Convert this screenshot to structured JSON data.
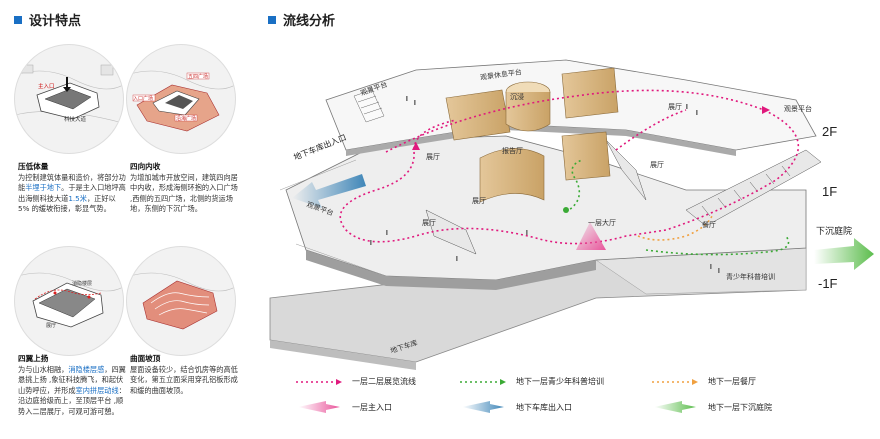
{
  "left_title": "设计特点",
  "right_title": "流线分析",
  "features": [
    {
      "title": "压低体量",
      "pre": "为控制建筑体量和造价，将部分功能",
      "hl": "半埋于地下",
      "post": "。于是主入口地坪高出海侧科技大道",
      "hl2": "1.5米",
      "post2": "，正好以 5% 的缓坡衔接，彰显气势。"
    },
    {
      "title": "四向内收",
      "text": "为增加城市开放空间，建筑四向居中内收，形成海侧环抱的入口广场 ,西侧的五四广场，北侧的货运场地，东侧的下沉广场。"
    },
    {
      "title": "四翼上扬",
      "pre": "为与山水相融，",
      "hl": "消隐楼层感",
      "post": "，四翼悬挑上扬 ,象征科技腾飞，和起伏山势呼应，并形成",
      "hl2": "室内拼层动线",
      "post2": "：沿边庭拾级而上，至顶层平台 ,顺势入二层展厅，可观可游可憩。"
    },
    {
      "title": "曲面坡顶",
      "text": "屋面设备较少，结合饥房等的高低变化，第五立面采用穿孔铝板形成和缓的曲面坡顶。"
    }
  ],
  "diagram_labels": {
    "scenic_rest": "观景休息平台",
    "scenic1": "观景平台",
    "scenic2": "观景平台",
    "scenic3": "观景平台",
    "garage_entrance": "地下车库出入口",
    "hall1": "展厅",
    "hall2": "展厅",
    "hall3": "展厅",
    "hall4": "展厅",
    "hall5": "展厅",
    "immersive": "沉浸",
    "report": "报告厅",
    "lobby": "一层大厅",
    "restaurant": "餐厅",
    "youth": "青少年科普培训",
    "garage": "地下车库",
    "sunken": "下沉庭院",
    "f2": "2F",
    "f1": "1F",
    "b1": "-1F"
  },
  "inset_labels": {
    "a": "主入口",
    "b": "科技大道",
    "c": "五四广场",
    "d": "入口广场",
    "e": "沿海广场",
    "f": "科技大道",
    "g": "消隐楼层",
    "h": "展厅"
  },
  "legend": [
    {
      "label": "一层二层展览流线",
      "color": "#e0197d",
      "style": "dot"
    },
    {
      "label": "地下一层青少年科普培训",
      "color": "#3aaa35",
      "style": "dot"
    },
    {
      "label": "地下一层餐厅",
      "color": "#f0a040",
      "style": "dot"
    },
    {
      "label": "一层主入口",
      "color": "#e9559b",
      "style": "fade"
    },
    {
      "label": "地下车库出入口",
      "color": "#3f86b8",
      "style": "fade"
    },
    {
      "label": "地下一层下沉庭院",
      "color": "#5cbd4d",
      "style": "fade"
    }
  ]
}
